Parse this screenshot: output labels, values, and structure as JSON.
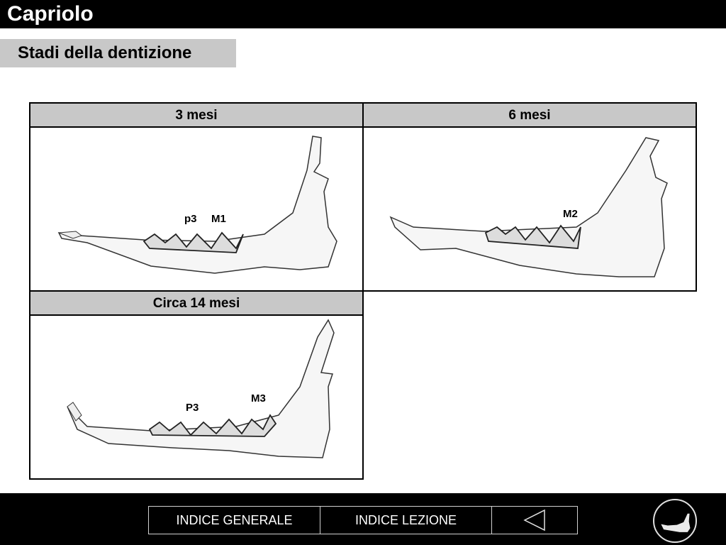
{
  "header": {
    "title": "Capriolo"
  },
  "section": {
    "subtitle": "Stadi della dentizione"
  },
  "panels": [
    {
      "title": "3 mesi",
      "labels": [
        "p3",
        "M1"
      ]
    },
    {
      "title": "6 mesi",
      "labels": [
        "M2"
      ]
    },
    {
      "title": "Circa 14 mesi",
      "labels": [
        "P3",
        "M3"
      ]
    }
  ],
  "nav": {
    "general_index": "INDICE GENERALE",
    "lesson_index": "INDICE LEZIONE",
    "back_icon": "triangle-left-icon",
    "logo_icon": "jaw-logo-icon"
  },
  "colors": {
    "bar": "#000000",
    "header_gray": "#c8c8c8"
  }
}
